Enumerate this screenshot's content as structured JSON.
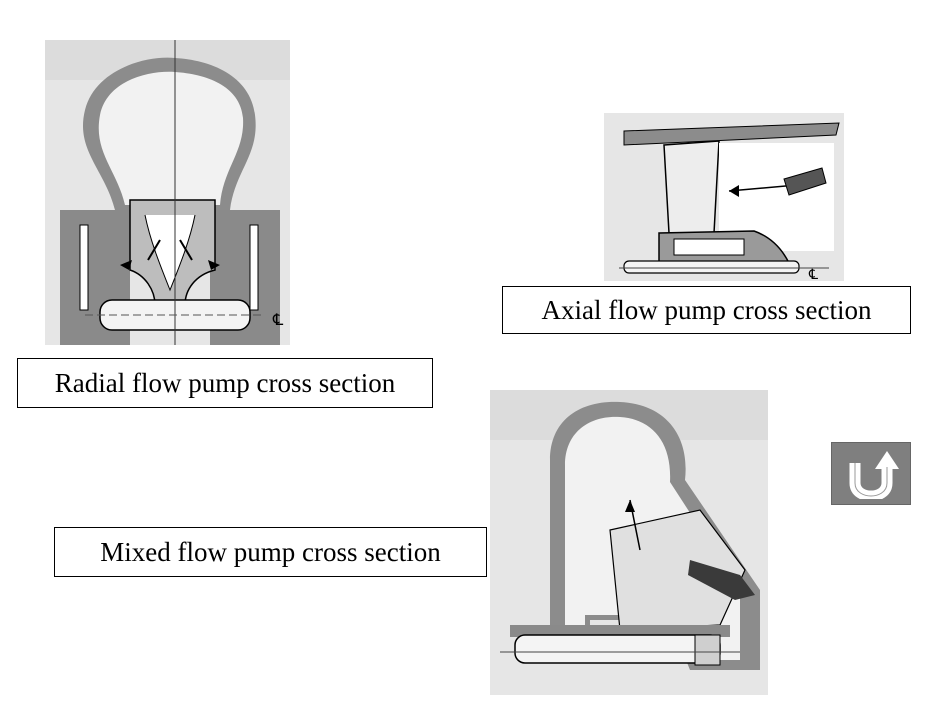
{
  "figures": {
    "radial": {
      "caption": "Radial flow pump cross section",
      "centerline_mark": "℄"
    },
    "axial": {
      "caption": "Axial flow pump cross section",
      "centerline_mark": "℄"
    },
    "mixed": {
      "caption": "Mixed flow pump cross section"
    }
  },
  "nav": {
    "back_icon": "u-turn-arrow-icon"
  },
  "colors": {
    "casing": "#8c8c8c",
    "fluid": "#ededed",
    "scan_gray": "#e6e6e6",
    "button": "#7f7f7f"
  }
}
